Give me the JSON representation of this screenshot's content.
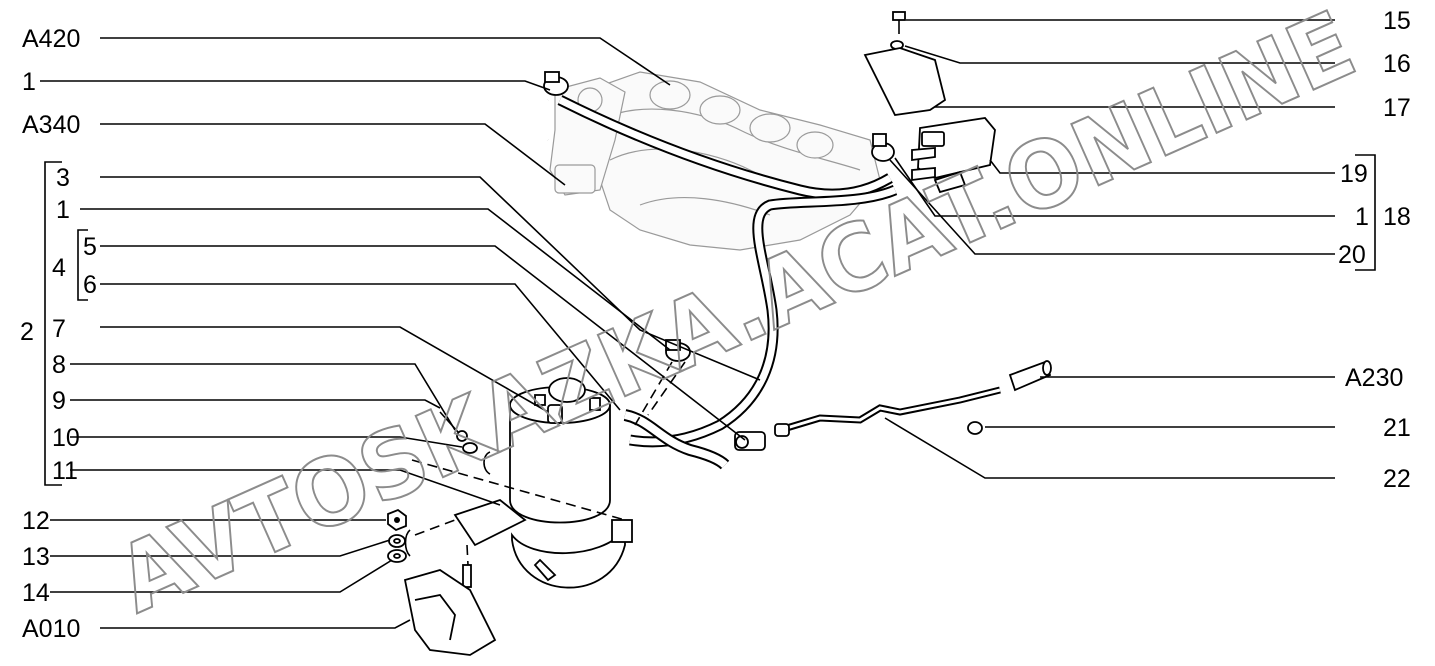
{
  "diagram": {
    "callouts_left": [
      {
        "id": "A420",
        "text": "A420"
      },
      {
        "id": "1a",
        "text": "1"
      },
      {
        "id": "A340",
        "text": "A340"
      },
      {
        "id": "3",
        "text": "3"
      },
      {
        "id": "1b",
        "text": "1"
      },
      {
        "id": "4",
        "text": "4"
      },
      {
        "id": "5",
        "text": "5"
      },
      {
        "id": "6",
        "text": "6"
      },
      {
        "id": "2",
        "text": "2"
      },
      {
        "id": "7",
        "text": "7"
      },
      {
        "id": "8",
        "text": "8"
      },
      {
        "id": "9",
        "text": "9"
      },
      {
        "id": "10",
        "text": "10"
      },
      {
        "id": "11",
        "text": "11"
      },
      {
        "id": "12",
        "text": "12"
      },
      {
        "id": "13",
        "text": "13"
      },
      {
        "id": "14",
        "text": "14"
      },
      {
        "id": "A010",
        "text": "A010"
      }
    ],
    "callouts_right": [
      {
        "id": "15",
        "text": "15"
      },
      {
        "id": "16",
        "text": "16"
      },
      {
        "id": "17",
        "text": "17"
      },
      {
        "id": "19",
        "text": "19"
      },
      {
        "id": "1c",
        "text": "1"
      },
      {
        "id": "18",
        "text": "18"
      },
      {
        "id": "20",
        "text": "20"
      },
      {
        "id": "A230",
        "text": "A230"
      },
      {
        "id": "21",
        "text": "21"
      },
      {
        "id": "22",
        "text": "22"
      }
    ],
    "watermark": "AVTOSKAZKA.ACAT.ONLINE"
  }
}
